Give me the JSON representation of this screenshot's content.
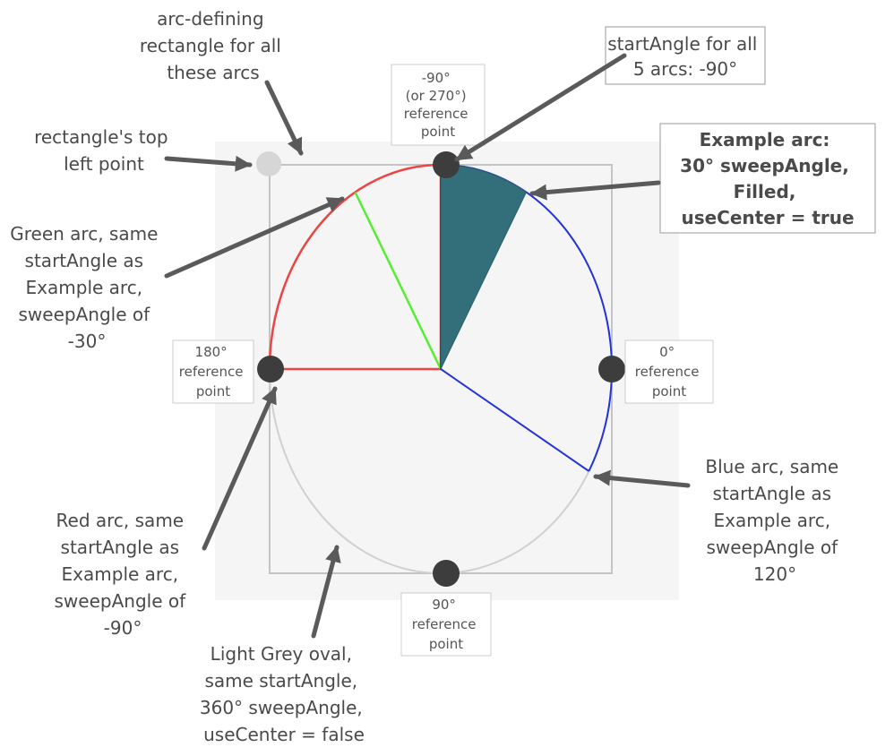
{
  "labels": {
    "arc_rect": [
      "arc-defining",
      "rectangle for all",
      "these arcs"
    ],
    "top_left": [
      "rectangle's top",
      "left point"
    ],
    "start_angle": [
      "startAngle for all",
      "5 arcs: -90°"
    ],
    "example": [
      "Example arc:",
      "30° sweepAngle,",
      "Filled,",
      "useCenter = true"
    ],
    "green": [
      "Green arc, same",
      "startAngle as",
      "Example arc,",
      "sweepAngle of",
      "-30°"
    ],
    "blue": [
      "Blue arc, same",
      "startAngle as",
      "Example arc,",
      "sweepAngle of",
      "120°"
    ],
    "red": [
      "Red arc, same",
      "startAngle as",
      "Example arc,",
      "sweepAngle of",
      "-90°"
    ],
    "grey": [
      "Light Grey oval,",
      "same startAngle,",
      "360° sweepAngle,",
      "useCenter = false"
    ]
  },
  "reference_points": {
    "top": [
      "-90°",
      "(or 270°)",
      "reference",
      "point"
    ],
    "left": [
      "180°",
      "reference",
      "point"
    ],
    "right": [
      "0°",
      "reference",
      "point"
    ],
    "bottom": [
      "90°",
      "reference",
      "point"
    ]
  },
  "arcs": {
    "start_angle_deg": -90,
    "example_sweep_deg": 30,
    "green_sweep_deg": -30,
    "blue_sweep_deg": 120,
    "red_sweep_deg": -90,
    "grey_sweep_deg": 360
  },
  "colors": {
    "example_fill": "#336e7b",
    "green": "#55ee33",
    "blue": "#2233dd",
    "red": "#ee4444",
    "grey": "#d0d0d0",
    "dot": "#3d3d3d",
    "arrow": "#5a5a5a"
  }
}
